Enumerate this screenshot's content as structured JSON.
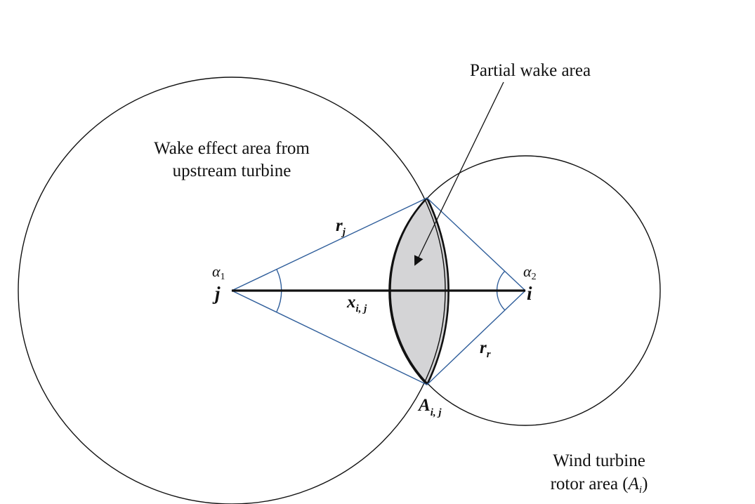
{
  "labels": {
    "partial_wake": "Partial wake area",
    "wake_effect_line1": "Wake effect area from",
    "wake_effect_line2": "upstream turbine",
    "rotor_line1": "Wind turbine",
    "rotor_line2_prefix": "rotor area (",
    "rotor_A": "A",
    "rotor_A_sub": "i",
    "rotor_line2_suffix": ")",
    "r_j": "r",
    "r_j_sub": "j",
    "r_r": "r",
    "r_r_sub": "r",
    "x_ij": "x",
    "x_ij_sub": "i, j",
    "A_ij": "A",
    "A_ij_sub": "i, j",
    "j": "j",
    "i": "i",
    "alpha1": "α",
    "alpha1_sub": "1",
    "alpha2": "α",
    "alpha2_sub": "2"
  },
  "colors": {
    "circle_stroke": "#111111",
    "triangle_stroke": "#2e5d9a",
    "overlap_fill": "#d4d4d6",
    "axis_line": "#111111"
  }
}
